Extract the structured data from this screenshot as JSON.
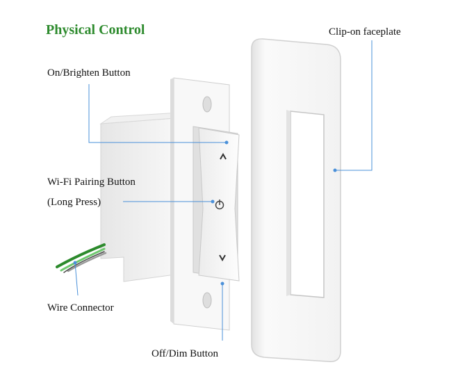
{
  "title": "Physical Control",
  "labels": {
    "faceplate": "Clip-on faceplate",
    "brighten": "On/Brighten Button",
    "wifi_line1": "Wi-Fi Pairing Button",
    "wifi_line2": "(Long Press)",
    "wire": "Wire Connector",
    "dim": "Off/Dim Button"
  },
  "colors": {
    "title": "#2e8b2e",
    "callout": "#4a90d9",
    "wire_green": "#3aa53a",
    "body": "#f4f4f4",
    "edge": "#d6d6d6"
  },
  "icons": {
    "up": "chevron-up-icon",
    "power": "power-icon",
    "down": "chevron-down-icon"
  }
}
